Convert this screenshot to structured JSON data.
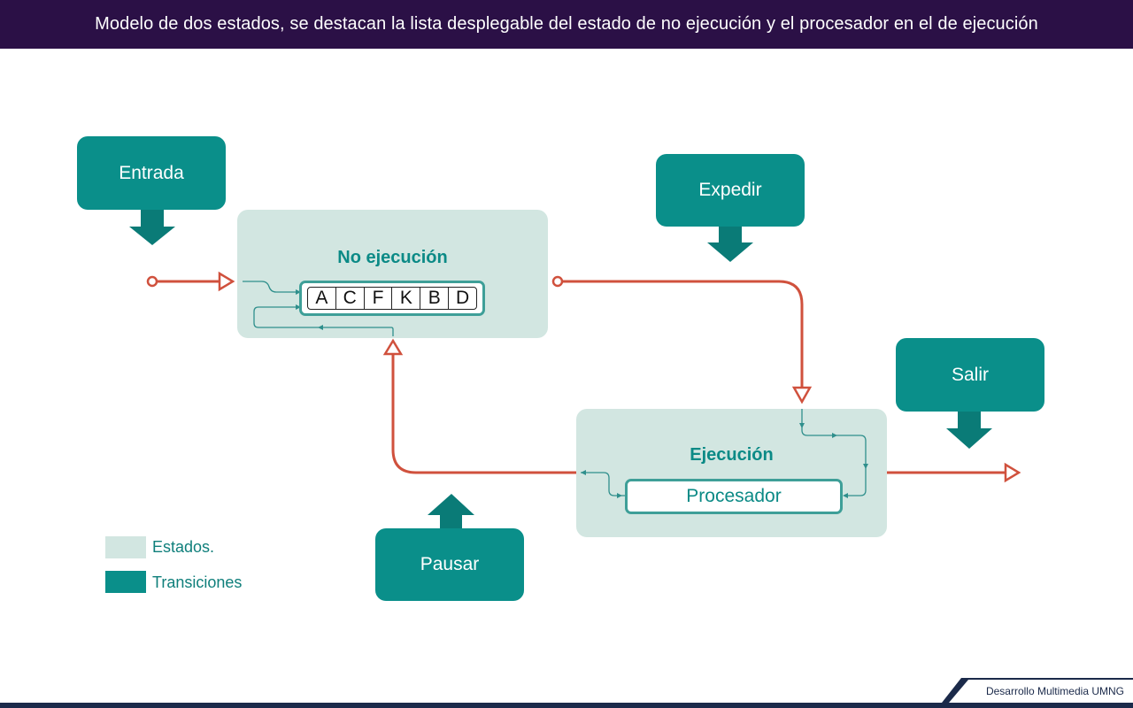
{
  "header": {
    "title": "Modelo de dos estados, se destacan la lista desplegable del estado de no ejecución y el procesador en el de ejecución"
  },
  "states": {
    "no_ejecucion": {
      "title": "No ejecución",
      "queue": [
        "A",
        "C",
        "F",
        "K",
        "B",
        "D"
      ]
    },
    "ejecucion": {
      "title": "Ejecución",
      "processor": "Procesador"
    }
  },
  "transitions": {
    "entrada": "Entrada",
    "expedir": "Expedir",
    "salir": "Salir",
    "pausar": "Pausar"
  },
  "legend": {
    "states_label": "Estados.",
    "transitions_label": "Transiciones"
  },
  "footer": {
    "credit": "Desarrollo Multimedia UMNG"
  },
  "colors": {
    "state_fill": "#d2e6e1",
    "transition_fill": "#0a8f8a",
    "arrow_red": "#d0513d",
    "header_bg": "#2b1046"
  }
}
